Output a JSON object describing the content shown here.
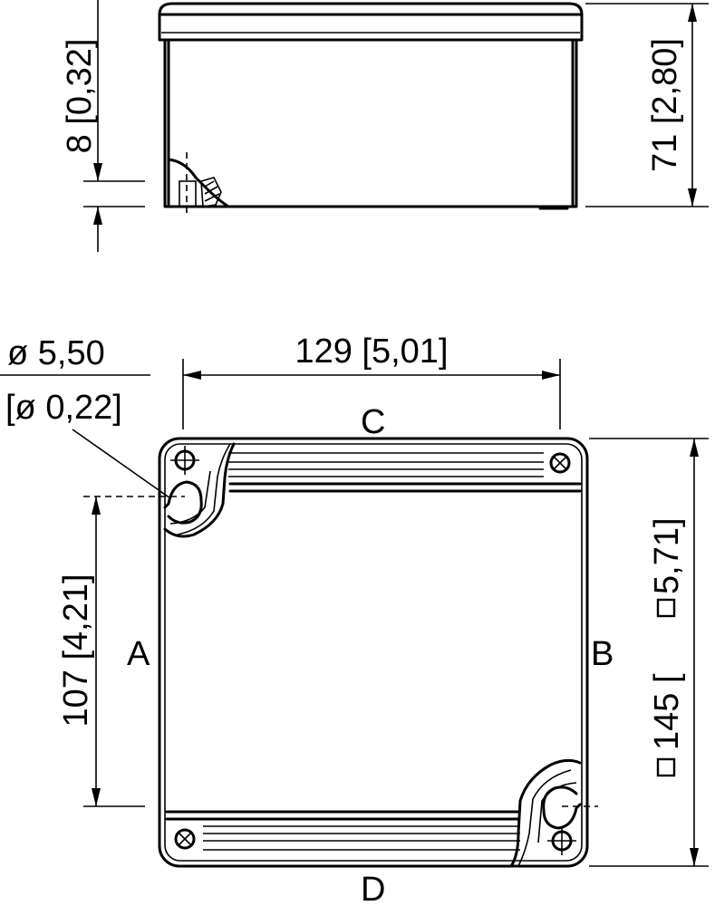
{
  "side_view": {
    "dim_left_text": "8 [0,32]",
    "dim_right_text": "71 [2,80]"
  },
  "top_view": {
    "dim_top_text": "129 [5,01]",
    "hole_diameter_text": "ø 5,50",
    "hole_diameter_inch_text": "[ø 0,22]",
    "dim_left_text": "107 [4,21]",
    "dim_right_text": "145 [",
    "dim_right_square_symbol": "square",
    "dim_right_text_tail": "5,71]",
    "side_labels": {
      "left": "A",
      "right": "B",
      "top": "C",
      "bottom": "D"
    }
  }
}
